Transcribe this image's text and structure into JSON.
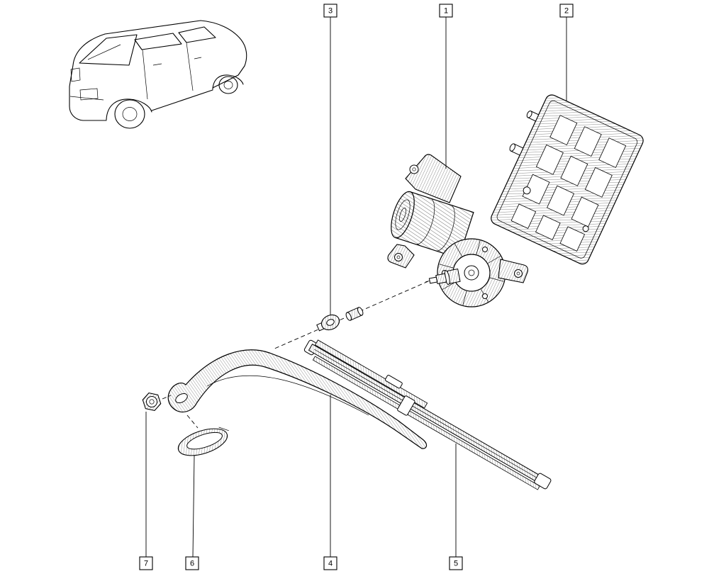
{
  "figure": {
    "kind": "exploded-parts-diagram",
    "vehicle_thumbnail": "hatchback-rear-three-quarter-view",
    "colors": {
      "line": "#000000",
      "background": "#ffffff"
    },
    "callouts": {
      "top": [
        {
          "label": "3",
          "part": "spindle-bushing-grommet"
        },
        {
          "label": "1",
          "part": "rear-wiper-motor"
        },
        {
          "label": "2",
          "part": "motor-mounting-plate"
        }
      ],
      "bottom": [
        {
          "label": "7",
          "part": "spindle-nut"
        },
        {
          "label": "6",
          "part": "spindle-cover-cap"
        },
        {
          "label": "4",
          "part": "wiper-arm"
        },
        {
          "label": "5",
          "part": "wiper-blade"
        }
      ]
    }
  }
}
